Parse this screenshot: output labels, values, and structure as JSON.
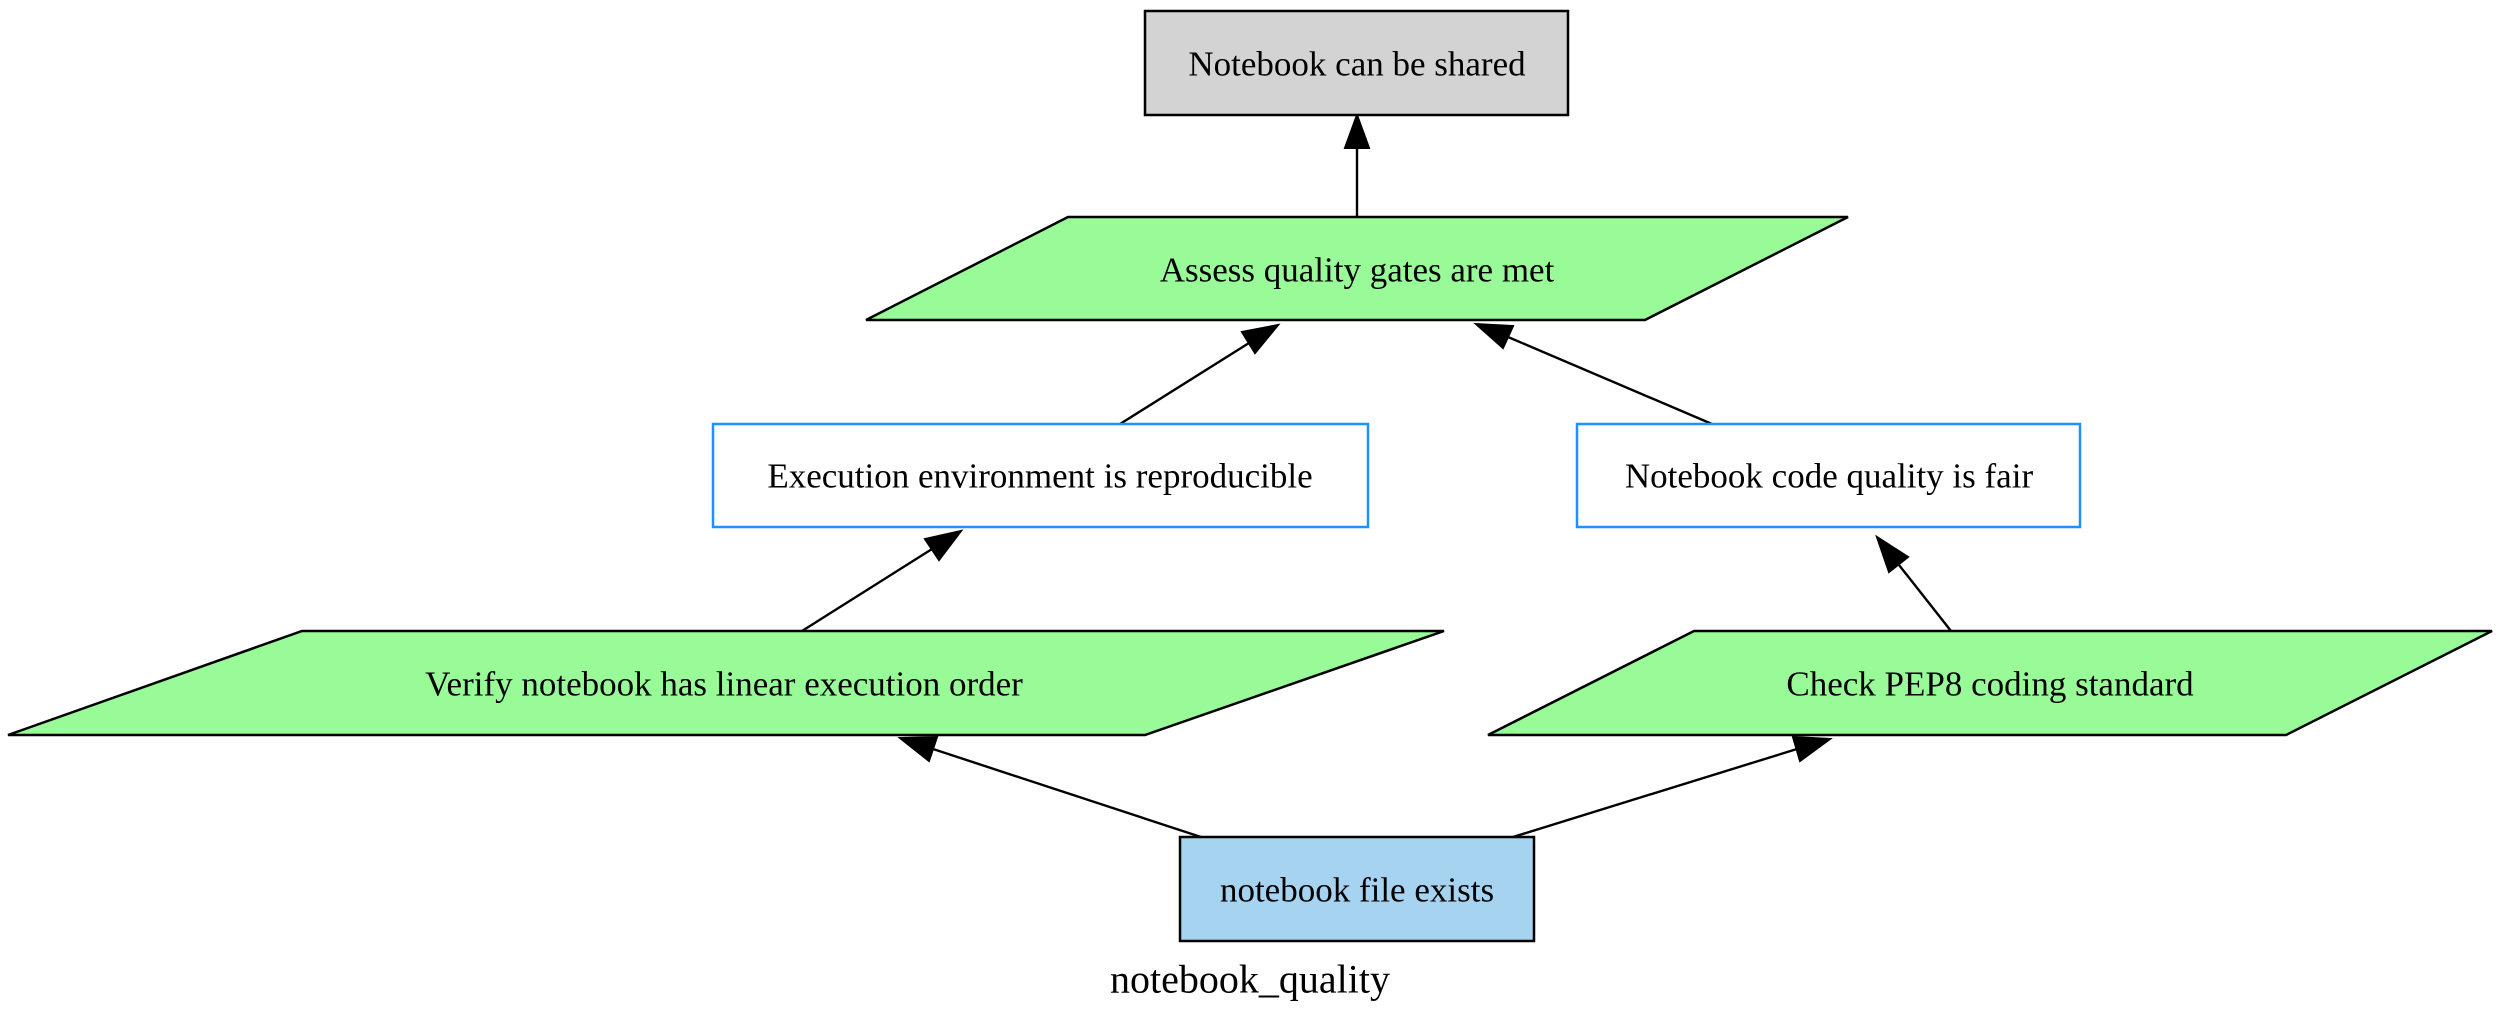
{
  "graph": {
    "label": "notebook_quality"
  },
  "colors": {
    "goal_fill": "#d3d3d3",
    "goal_stroke": "#000000",
    "strategy_fill": "#98fb98",
    "strategy_stroke": "#000000",
    "claim_fill": "#ffffff",
    "claim_stroke": "#1e90ff",
    "evidence_fill": "#a5d3f0",
    "evidence_stroke": "#000000"
  },
  "nodes": {
    "shared": {
      "label": "Notebook can be shared",
      "shape": "box"
    },
    "quality_gates": {
      "label": "Assess quality gates are met",
      "shape": "parallelogram"
    },
    "env_reproducible": {
      "label": "Execution environment is reproducible",
      "shape": "box"
    },
    "code_quality": {
      "label": "Notebook code quality is fair",
      "shape": "box"
    },
    "linear_order": {
      "label": "Verify notebook has linear execution order",
      "shape": "parallelogram"
    },
    "pep8": {
      "label": "Check PEP8 coding standard",
      "shape": "parallelogram"
    },
    "file_exists": {
      "label": "notebook file exists",
      "shape": "box"
    }
  },
  "edges": [
    {
      "from": "quality_gates",
      "to": "shared"
    },
    {
      "from": "env_reproducible",
      "to": "quality_gates"
    },
    {
      "from": "code_quality",
      "to": "quality_gates"
    },
    {
      "from": "linear_order",
      "to": "env_reproducible"
    },
    {
      "from": "pep8",
      "to": "code_quality"
    },
    {
      "from": "file_exists",
      "to": "linear_order"
    },
    {
      "from": "file_exists",
      "to": "pep8"
    }
  ]
}
